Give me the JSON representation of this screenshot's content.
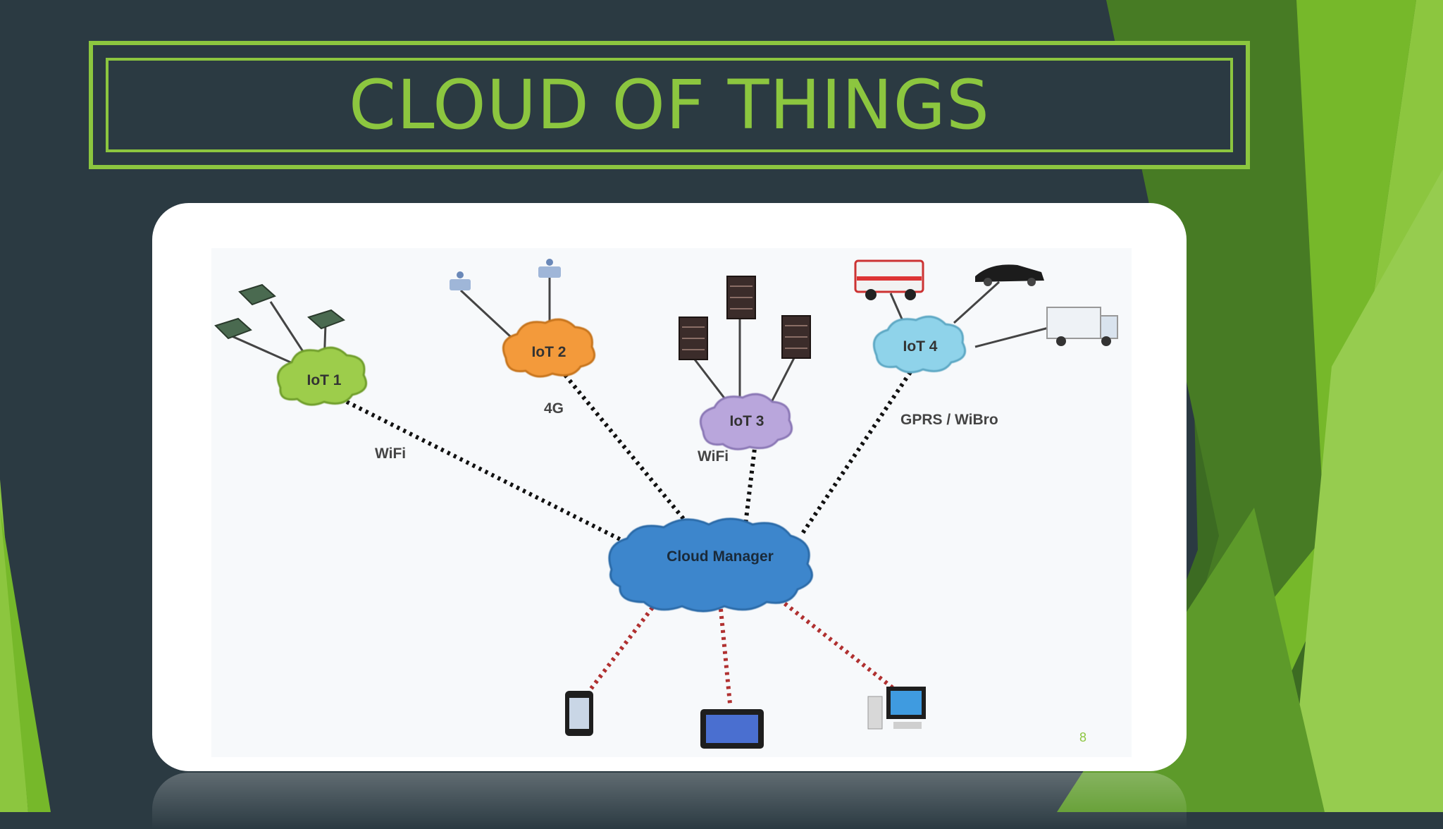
{
  "slide": {
    "title": "CLOUD OF THINGS",
    "page_number": "8"
  },
  "diagram": {
    "nodes": {
      "iot1": "IoT 1",
      "iot2": "IoT 2",
      "iot3": "IoT 3",
      "iot4": "IoT 4",
      "manager": "Cloud Manager"
    },
    "links": {
      "iot1": "WiFi",
      "iot2": "4G",
      "iot3": "WiFi",
      "iot4": "GPRS / WiBro"
    }
  },
  "colors": {
    "accent": "#8cc63f",
    "background": "#2b3a42",
    "iot1": "#9dcd4c",
    "iot2": "#f39a3b",
    "iot3": "#b9a6dc",
    "iot4": "#8fd3ea",
    "manager": "#3e86cc"
  }
}
